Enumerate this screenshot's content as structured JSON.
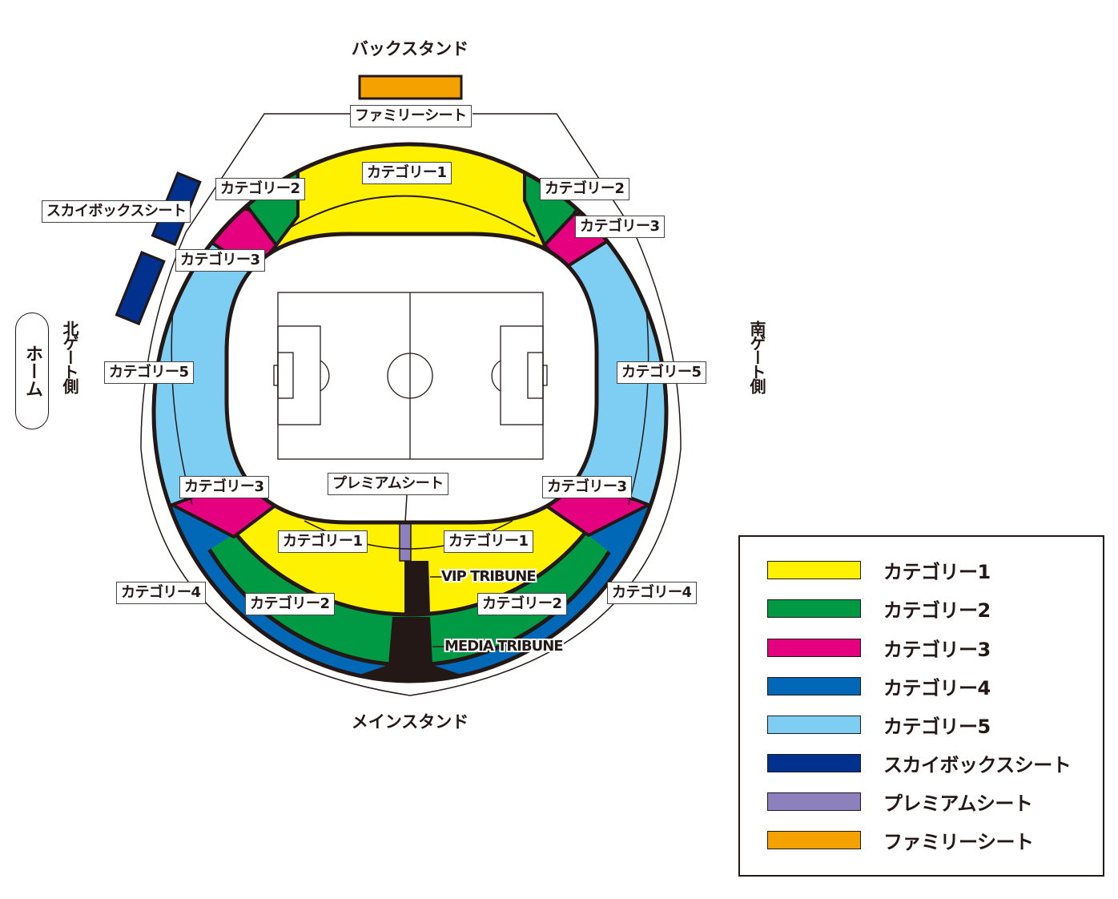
{
  "titles": {
    "back_stand": "バックスタンド",
    "main_stand": "メインスタンド",
    "north_gate": "北ゲート側",
    "south_gate": "南ゲート側",
    "home": "ホーム"
  },
  "labels": {
    "family": "ファミリーシート",
    "skybox": "スカイボックスシート",
    "premium": "プレミアムシート",
    "cat1": "カテゴリー1",
    "cat2": "カテゴリー2",
    "cat3": "カテゴリー3",
    "cat4": "カテゴリー4",
    "cat5": "カテゴリー5",
    "vip": "VIP TRIBUNE",
    "media": "MEDIA TRIBUNE"
  },
  "legend": [
    {
      "label": "カテゴリー1",
      "color": "#fff100"
    },
    {
      "label": "カテゴリー2",
      "color": "#009a44"
    },
    {
      "label": "カテゴリー3",
      "color": "#e4007f"
    },
    {
      "label": "カテゴリー4",
      "color": "#0068b7"
    },
    {
      "label": "カテゴリー5",
      "color": "#7ecef4"
    },
    {
      "label": "スカイボックスシート",
      "color": "#00318f"
    },
    {
      "label": "プレミアムシート",
      "color": "#8c80bd"
    },
    {
      "label": "ファミリーシート",
      "color": "#f5a200"
    }
  ]
}
